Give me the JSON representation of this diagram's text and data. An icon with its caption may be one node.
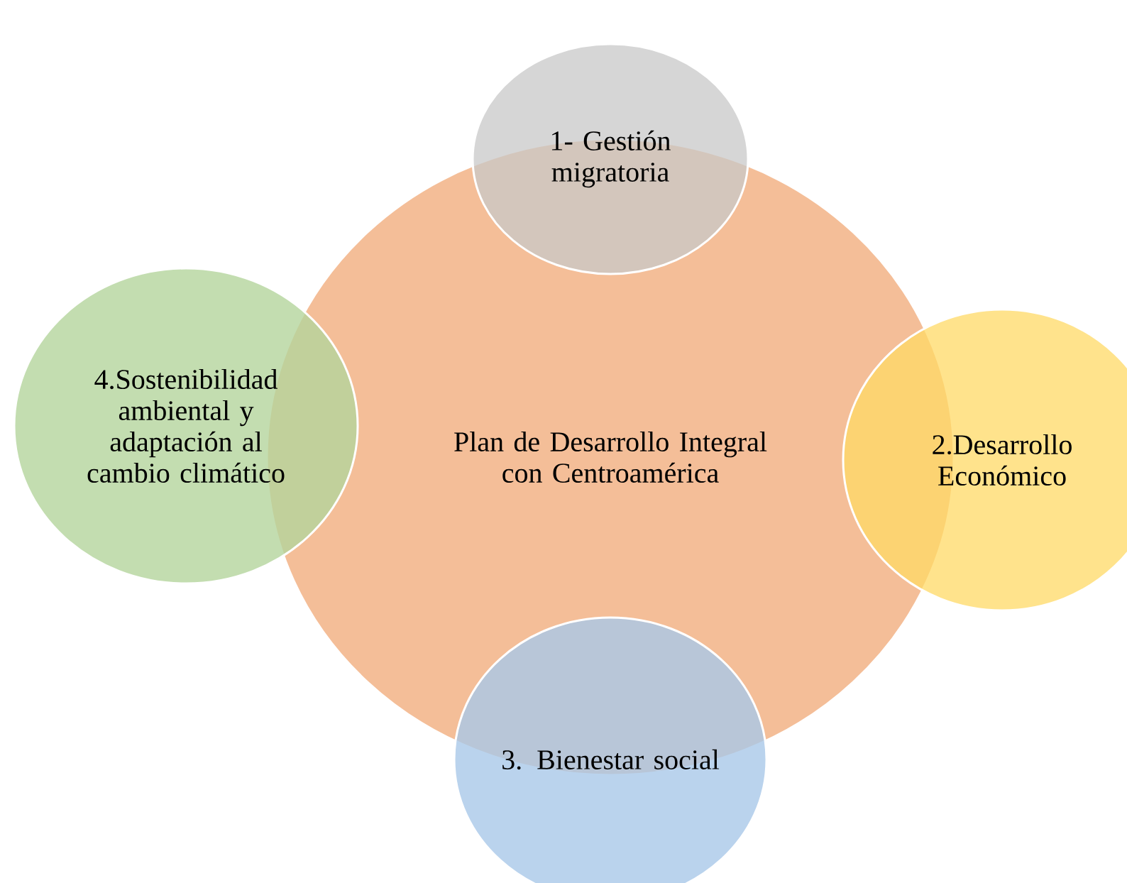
{
  "diagram": {
    "nodes": [
      {
        "text": [
          "Plan de Desarrollo Integral con Centroamérica"
        ]
      },
      {
        "text": [
          "1- Gestión migratoria"
        ]
      },
      {
        "text": [
          "2.Desarrollo Económico"
        ]
      },
      {
        "text": [
          "3. Bienestar social"
        ]
      },
      {
        "text": [
          "4.Sostenibilidad ambiental y adaptación al cambio climático"
        ]
      }
    ]
  }
}
